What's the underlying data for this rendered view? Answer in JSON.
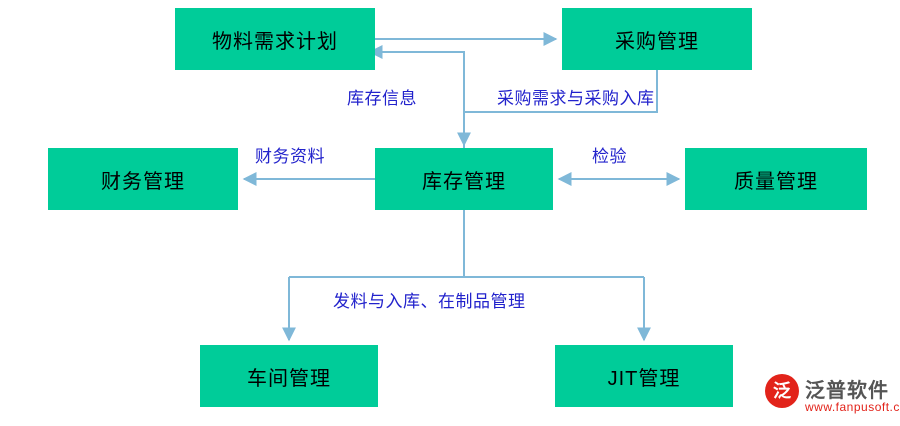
{
  "diagram": {
    "nodes": [
      {
        "id": "mrp",
        "label": "物料需求计划"
      },
      {
        "id": "purchase",
        "label": "采购管理"
      },
      {
        "id": "finance",
        "label": "财务管理"
      },
      {
        "id": "inventory",
        "label": "库存管理"
      },
      {
        "id": "quality",
        "label": "质量管理"
      },
      {
        "id": "workshop",
        "label": "车间管理"
      },
      {
        "id": "jit",
        "label": "JIT管理"
      }
    ],
    "edge_labels": [
      {
        "id": "stockinfo",
        "label": "库存信息"
      },
      {
        "id": "purchreq",
        "label": "采购需求与采购入库"
      },
      {
        "id": "financedata",
        "label": "财务资料"
      },
      {
        "id": "inspection",
        "label": "检验"
      },
      {
        "id": "issue",
        "label": "发料与入库、在制品管理"
      }
    ],
    "colors": {
      "node_fill": "#00cc99",
      "node_text": "#000000",
      "edge_line": "#7fb8d8",
      "edge_label_text": "#2222cc",
      "background": "#ffffff"
    }
  },
  "watermark": {
    "glyph": "泛",
    "name": "泛普软件",
    "url": "www.fanpusoft.com",
    "accent": "#e2231a"
  }
}
